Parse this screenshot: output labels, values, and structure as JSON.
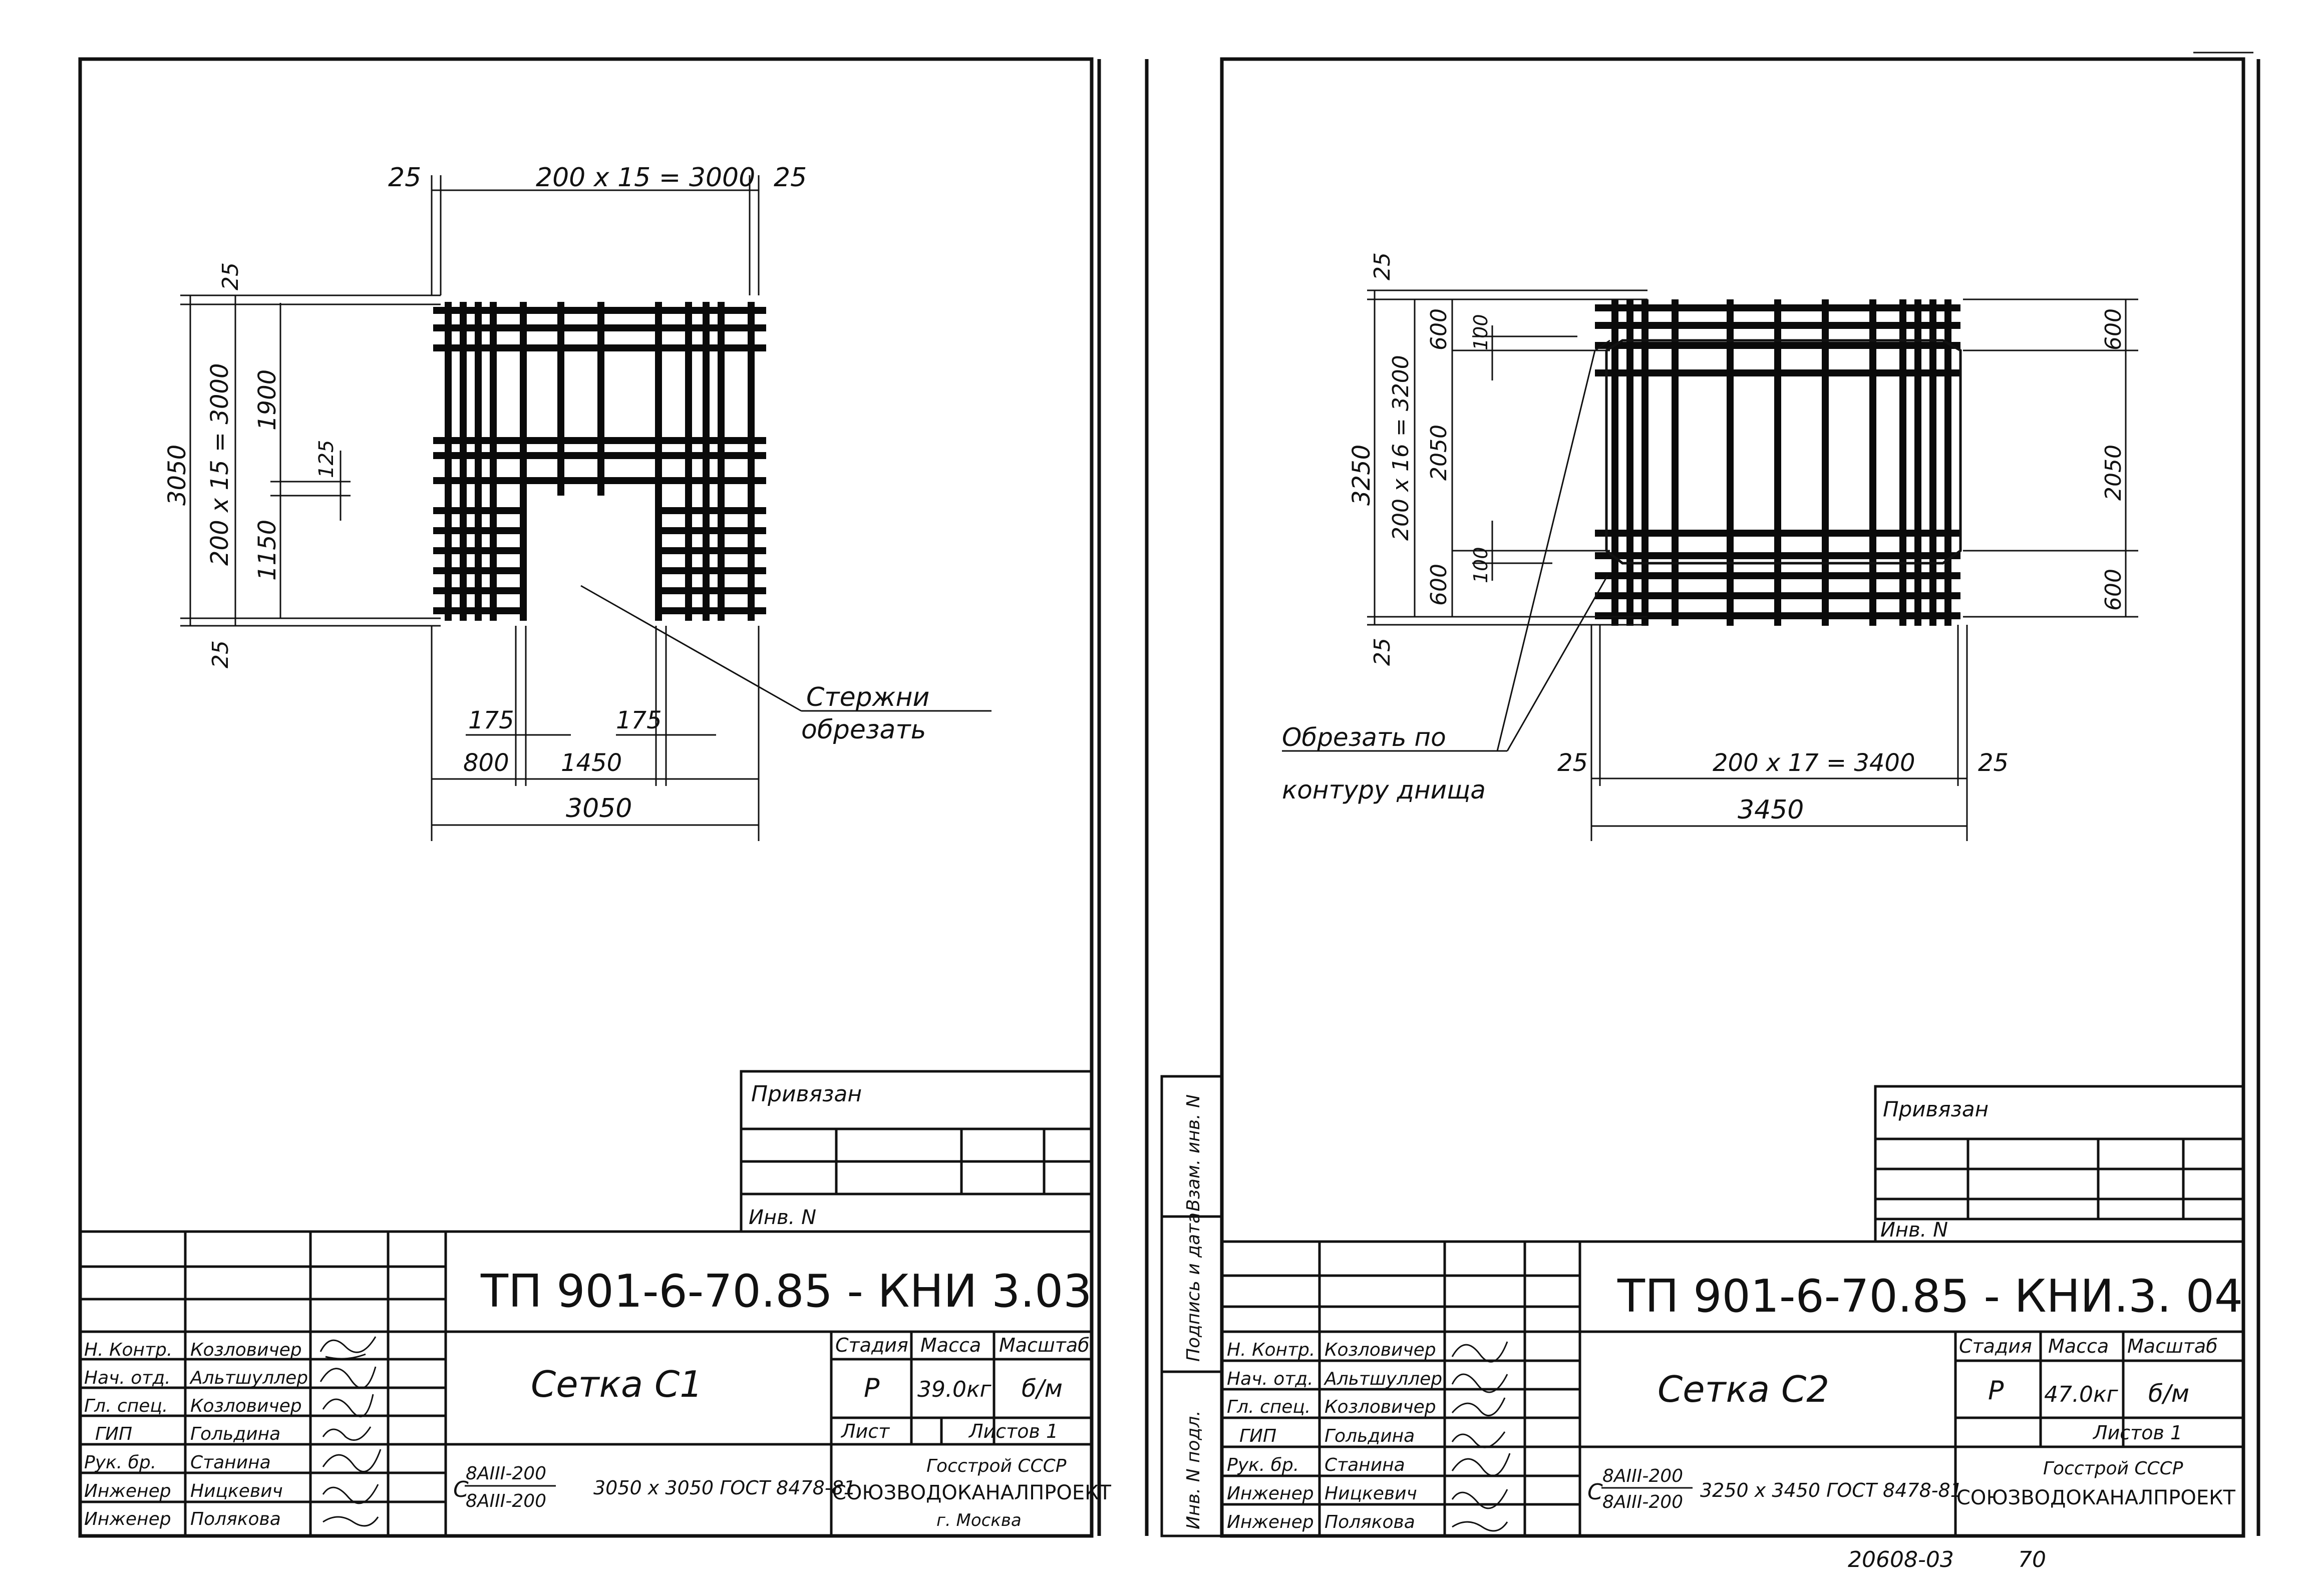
{
  "sheets": [
    {
      "id": "c1",
      "dims": {
        "top_left_25": "25",
        "top_span": "200 x 15 = 3000",
        "top_right_25": "25",
        "left_top_25": "25",
        "left_total": "3050",
        "left_span": "200 x 15 = 3000",
        "left_upper": "1900",
        "left_lower": "1150",
        "pitch_125": "125",
        "left_bottom_25": "25",
        "gap_left_175": "175",
        "gap_right_175": "175",
        "bottom_800": "800",
        "bottom_1450": "1450",
        "bottom_total": "3050"
      },
      "note_line1": "Стержни",
      "note_line2": "обрезать",
      "privyazan": "Привязан",
      "inv": "Инв. N",
      "doc_code": "ТП 901-6-70.85 - КНИ 3.03",
      "title": "Сетка С1",
      "stage_h": "Стадия",
      "mass_h": "Масса",
      "scale_h": "Масштаб",
      "stage": "Р",
      "mass": "39.0кг",
      "scale": "б/м",
      "sheet_label": "Лист",
      "sheets_label": "Листов 1",
      "roles": [
        "Н. Контр.",
        "Нач. отд.",
        "Гл. спец.",
        "ГИП",
        "Рук. бр.",
        "Инженер",
        "Инженер"
      ],
      "names": [
        "Козловичер",
        "Альтшуллер",
        "Козловичер",
        "Гольдина",
        "Станина",
        "Ницкевич",
        "Полякова"
      ],
      "spec_top": "8АIII-200",
      "spec_bottom": "8АIII-200",
      "spec_prefix": "С",
      "spec_rest": "3050 x 3050 ГОСТ 8478-81",
      "org_top": "Госстрой СССР",
      "org_main": "СОЮЗВОДОКАНАЛПРОЕКТ",
      "org_city": "г. Москва"
    },
    {
      "id": "c2",
      "dims": {
        "left_top_25": "25",
        "left_total": "3250",
        "left_span": "200 x 16 = 3200",
        "left_600_top": "600",
        "left_2050": "2050",
        "left_600_bottom": "600",
        "left_100_top": "100",
        "left_100_bottom": "100",
        "left_bottom_25": "25",
        "right_600_top": "600",
        "right_2050": "2050",
        "right_600_bottom": "600",
        "bottom_left_25": "25",
        "bottom_span": "200 x 17 = 3400",
        "bottom_right_25": "25",
        "bottom_total": "3450"
      },
      "note_line1": "Обрезать по",
      "note_line2": "контуру днища",
      "privyazan": "Привязан",
      "inv": "Инв. N",
      "doc_code": "ТП 901-6-70.85 - КНИ.3. 04",
      "title": "Сетка С2",
      "stage_h": "Стадия",
      "mass_h": "Масса",
      "scale_h": "Масштаб",
      "stage": "Р",
      "mass": "47.0кг",
      "scale": "б/м",
      "sheets_label": "Листов 1",
      "roles": [
        "Н. Контр.",
        "Нач. отд.",
        "Гл. спец.",
        "ГИП",
        "Рук. бр.",
        "Инженер",
        "Инженер"
      ],
      "names": [
        "Козловичер",
        "Альтшуллер",
        "Козловичер",
        "Гольдина",
        "Станина",
        "Ницкевич",
        "Полякова"
      ],
      "spec_top": "8АIII-200",
      "spec_bottom": "8АIII-200",
      "spec_prefix": "С",
      "spec_rest": "3250 x 3450 ГОСТ 8478-81",
      "org_top": "Госстрой СССР",
      "org_main": "СОЮЗВОДОКАНАЛПРОЕКТ",
      "side_labels": [
        "Взам. инв. N",
        "Подпись и дата",
        "Инв. N подл."
      ]
    }
  ],
  "footer_number": "20608-03",
  "footer_page": "70"
}
